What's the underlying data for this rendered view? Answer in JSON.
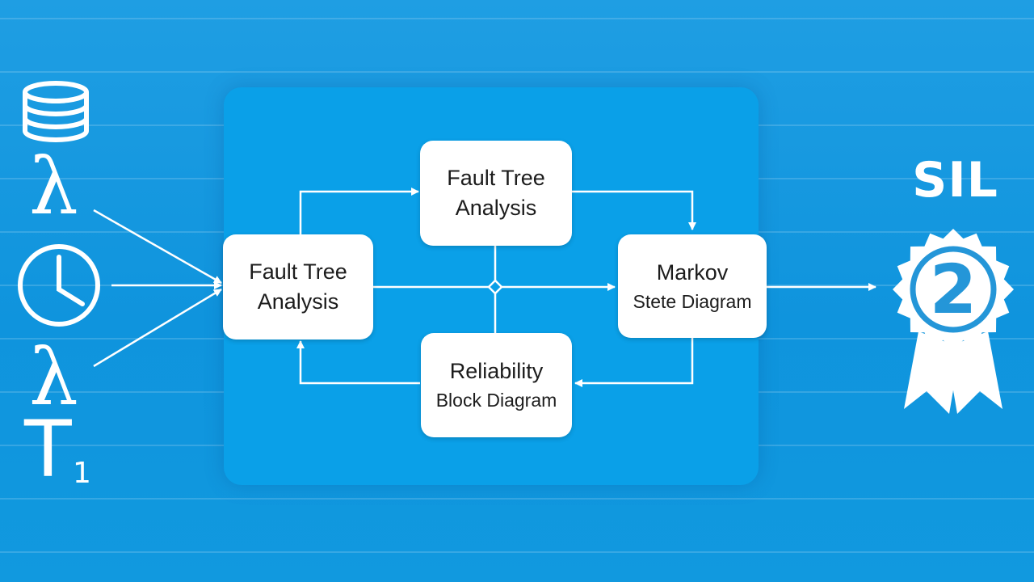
{
  "nodes": {
    "fta_main": {
      "line1": "Fault Tree",
      "line2": "Analysis"
    },
    "fta_top": {
      "line1": "Fault Tree",
      "line2": "Analysis"
    },
    "markov": {
      "line1": "Markov",
      "line2": "Stete Diagram"
    },
    "rbd": {
      "line1": "Reliability",
      "line2": "Block Diagram"
    }
  },
  "inputs": {
    "lambda_top": "λ",
    "lambda_bottom": "λ",
    "test_interval": "T",
    "test_interval_sub": "1",
    "icons": [
      "database-icon",
      "clock-icon"
    ]
  },
  "output": {
    "label": "SIL",
    "level": "2",
    "icon": "award-badge-icon"
  },
  "colors": {
    "background": "#1298e0",
    "panel": "#0aa0e8",
    "node_fill": "#ffffff",
    "connector": "#ffffff",
    "badge_digit": "#2496d8"
  }
}
